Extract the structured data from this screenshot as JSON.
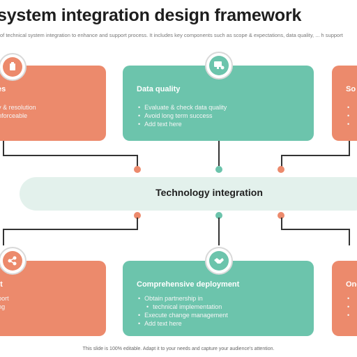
{
  "title": "system integration design framework",
  "subtitle": "of technical system integration to enhance and support process. It includes key components such as scope & expectations, data quality, ... h support",
  "center_label": "Technology integration",
  "boxes": {
    "top_left": {
      "head": "es",
      "items": [
        "y & resolution",
        "nforceable"
      ]
    },
    "top_center": {
      "head": "Data quality",
      "items": [
        "Evaluate & check data quality",
        "Avoid long term success",
        "Add text here"
      ]
    },
    "top_right": {
      "head": "So"
    },
    "bottom_left": {
      "head": "et",
      "items": [
        "port",
        "ng"
      ]
    },
    "bottom_center": {
      "head": "Comprehensive deployment",
      "items": [
        "Obtain partnership in",
        "technical implementation",
        "Execute change management",
        "Add text here"
      ]
    },
    "bottom_right": {
      "head": "Ong"
    }
  },
  "footer": "This slide is 100% editable. Adapt it to your needs and capture your audience's attention.",
  "icons": {
    "top_left": "document-stack-icon",
    "top_center": "data-monitor-icon",
    "bottom_left": "network-nodes-icon",
    "bottom_center": "handshake-icon"
  },
  "colors": {
    "orange": "#ec8a6c",
    "teal": "#6cc4ac",
    "band": "#e3f1ec"
  }
}
